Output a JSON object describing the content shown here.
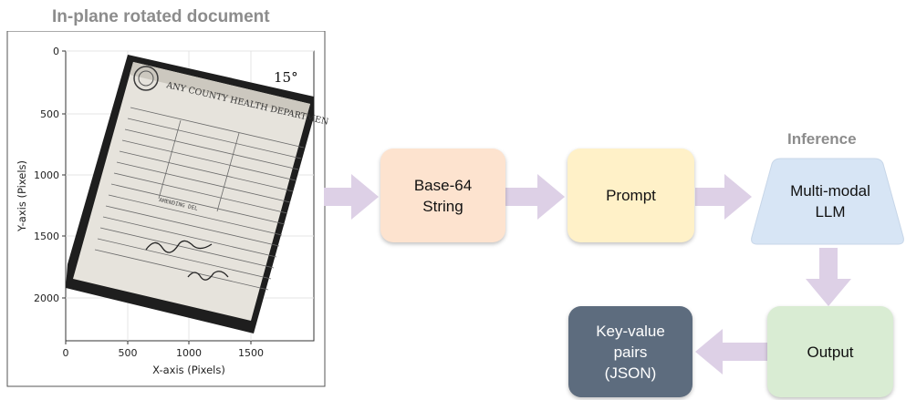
{
  "title": "In-plane rotated document",
  "plot": {
    "rotation_label": "15°",
    "x_axis_label": "X-axis (Pixels)",
    "y_axis_label": "Y-axis (Pixels)",
    "x_ticks": [
      "0",
      "500",
      "1000",
      "1500"
    ],
    "y_ticks": [
      "0",
      "500",
      "1000",
      "1500",
      "2000"
    ],
    "document": {
      "header": "ANY COUNTY HEALTH DEPARTMENT",
      "section_label": "AMENDING DEL"
    }
  },
  "pipeline": {
    "base64": "Base-64\nString",
    "prompt": "Prompt",
    "inference_label": "Inference",
    "llm": "Multi-modal\nLLM",
    "output": "Output",
    "kv": "Key-value\npairs\n(JSON)"
  },
  "colors": {
    "arrow": "#ddd0e6",
    "base64": "#fde3cf",
    "prompt": "#fff1c8",
    "llm": "#d7e5f5",
    "output": "#d9ecd3",
    "kv": "#5d6c7e"
  }
}
